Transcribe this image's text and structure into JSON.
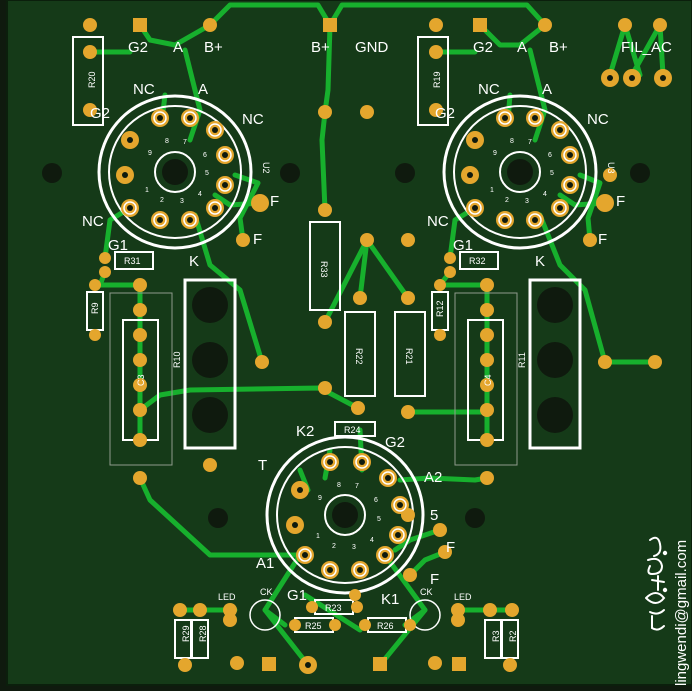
{
  "board": {
    "colors": {
      "board": "#153a18",
      "trace": "#17b02d",
      "pad": "#e4a62d",
      "drill": "#0f1a0e",
      "silk": "#ffffff"
    }
  },
  "labels": {
    "top_left": {
      "g2": "G2",
      "a": "A",
      "bplus": "B+"
    },
    "top_center": {
      "bplus": "B+",
      "gnd": "GND"
    },
    "top_right": {
      "g2": "G2",
      "a": "A",
      "bplus": "B+"
    },
    "fil_ac": "FIL_AC",
    "tube_u2": {
      "ref": "U2",
      "nc_top": "NC",
      "a": "A",
      "nc_right": "NC",
      "g2": "G2",
      "nc_bottom": "NC",
      "f1": "F",
      "f2": "F",
      "g1": "G1",
      "k": "K"
    },
    "tube_u3": {
      "ref": "U3",
      "nc_top": "NC",
      "a": "A",
      "nc_right": "NC",
      "g2": "G2",
      "nc_bottom": "NC",
      "f1": "F",
      "f2": "F",
      "g1": "G1",
      "k": "K"
    },
    "tube_bottom": {
      "k2": "K2",
      "g2": "G2",
      "t": "T",
      "a2": "A2",
      "a1": "A1",
      "five": "5",
      "f1": "F",
      "f2": "F",
      "g1": "G1",
      "k1": "K1"
    },
    "pin_numbers": [
      "1",
      "2",
      "3",
      "4",
      "5",
      "6",
      "7",
      "8",
      "9"
    ],
    "refs": {
      "r20": "R20",
      "r19": "R19",
      "r33": "R33",
      "r22": "R22",
      "r21": "R21",
      "r31": "R31",
      "r32": "R32",
      "r9": "R9",
      "r12": "R12",
      "r10": "R10",
      "r11": "R11",
      "c3": "C3",
      "c4": "C4",
      "r24": "R24",
      "r23": "R23",
      "r25": "R25",
      "r26": "R26",
      "r29": "R29",
      "r28": "R28",
      "r3": "R3",
      "r2": "R2",
      "led_left": "LED",
      "ck_left": "CK",
      "ck_right": "CK",
      "led_right": "LED"
    },
    "email": "lingwendi@gmail.com",
    "signature": "lingwendi signature"
  }
}
